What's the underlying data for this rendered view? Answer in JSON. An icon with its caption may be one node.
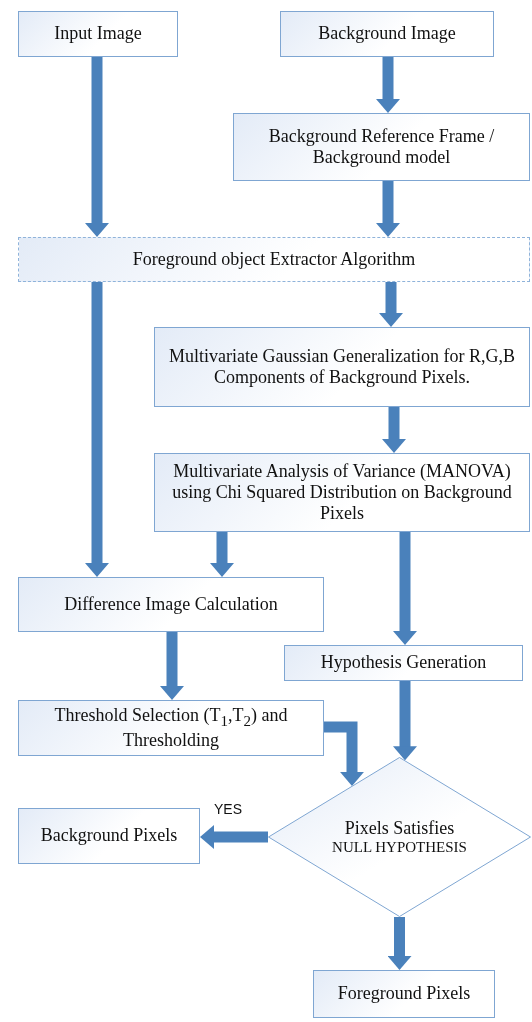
{
  "diagram": {
    "nodes": [
      {
        "text": [
          "Input Image"
        ]
      },
      {
        "text": [
          "Background Image"
        ]
      },
      {
        "text": [
          "Background Reference Frame / Background model"
        ]
      },
      {
        "text": [
          "Foreground object Extractor Algorithm"
        ]
      },
      {
        "text": [
          "Multivariate Gaussian Generalization for R,G,B Components of Background Pixels."
        ]
      },
      {
        "text": [
          "Multivariate Analysis of Variance (MANOVA) using Chi Squared Distribution on Background Pixels"
        ]
      },
      {
        "text": [
          "Difference Image Calculation"
        ]
      },
      {
        "text": [
          "Hypothesis Generation"
        ]
      },
      {
        "text": [
          "Threshold Selection (T$_{1}$,T$_{2}$) and Thresholding"
        ]
      },
      {
        "text": [
          "Pixels Satisfies",
          "NULL HYPOTHESIS"
        ]
      },
      {
        "text": [
          "Background Pixels"
        ]
      },
      {
        "text": [
          "Foreground Pixels"
        ]
      }
    ],
    "edges": [
      {
        "from": 0,
        "to": 3,
        "arrow": "to"
      },
      {
        "from": 1,
        "to": 2,
        "arrow": "to"
      },
      {
        "from": 2,
        "to": 3,
        "arrow": "to"
      },
      {
        "from": 3,
        "to": 4,
        "arrow": "to"
      },
      {
        "from": 3,
        "to": 6,
        "arrow": "to"
      },
      {
        "from": 4,
        "to": 5,
        "arrow": "to"
      },
      {
        "from": 5,
        "to": 6,
        "arrow": "to"
      },
      {
        "from": 5,
        "to": 7,
        "arrow": "to"
      },
      {
        "from": 6,
        "to": 8,
        "arrow": "to"
      },
      {
        "from": 7,
        "to": 9,
        "arrow": "to"
      },
      {
        "from": 8,
        "to": 9,
        "arrow": "to"
      },
      {
        "from": 9,
        "to": 10,
        "label": "YES",
        "arrow": "to"
      },
      {
        "from": 9,
        "to": 11,
        "arrow": "to"
      }
    ]
  }
}
